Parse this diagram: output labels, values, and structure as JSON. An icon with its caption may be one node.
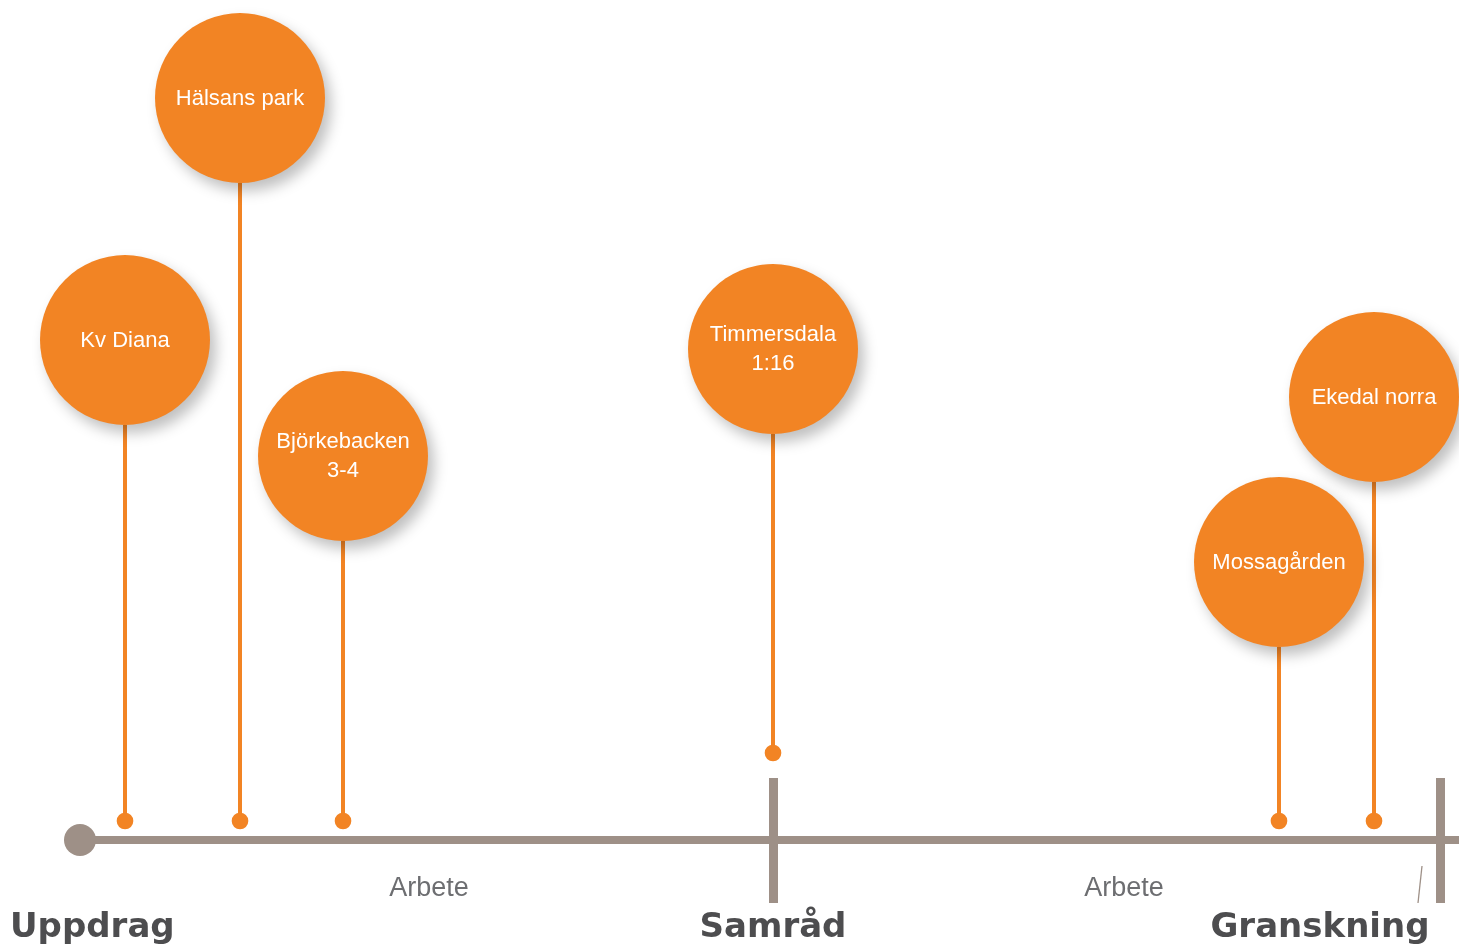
{
  "diagram": {
    "nodes": [
      {
        "text": [
          "Kv Diana"
        ]
      },
      {
        "text": [
          "Hälsans park"
        ]
      },
      {
        "text": [
          "Björkebacken 3-4"
        ]
      },
      {
        "text": [
          "Timmersdala 1:16"
        ]
      },
      {
        "text": [
          "Mossagården"
        ]
      },
      {
        "text": [
          "Ekedal norra"
        ]
      },
      {
        "text": [
          "Granskning"
        ]
      },
      {
        "text": [],
        "shape": "bar"
      }
    ],
    "edges": [
      {
        "from": 0,
        "to": null,
        "arrow": "other"
      },
      {
        "from": 1,
        "to": null,
        "arrow": "other"
      },
      {
        "from": 2,
        "to": null,
        "arrow": "other"
      },
      {
        "from": 3,
        "to": null,
        "arrow": "other"
      },
      {
        "from": 4,
        "to": null,
        "arrow": "other"
      },
      {
        "from": 5,
        "to": null,
        "arrow": "other"
      },
      {
        "from": 6,
        "to": 7,
        "arrow": "none",
        "color": "#9e9087"
      }
    ],
    "labels": [
      "Arbete",
      "Arbete",
      "Uppdrag",
      "Samråd"
    ]
  }
}
